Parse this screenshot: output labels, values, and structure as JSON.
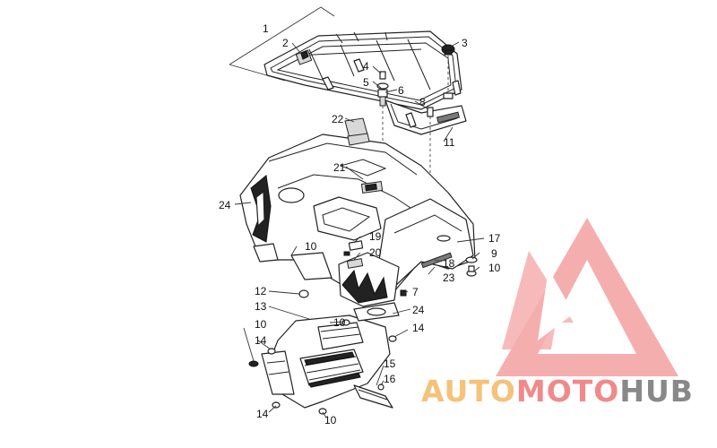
{
  "callouts": {
    "c1": "1",
    "c2": "2",
    "c3": "3",
    "c4": "4",
    "c5": "5",
    "c6": "6",
    "c7": "7",
    "c8": "8",
    "c9": "9",
    "c10a": "10",
    "c10b": "10",
    "c10c": "10",
    "c10d": "10",
    "c10e": "10",
    "c11": "11",
    "c12": "12",
    "c13": "13",
    "c14a": "14",
    "c14b": "14",
    "c14c": "14",
    "c15": "15",
    "c16": "16",
    "c17": "17",
    "c18": "18",
    "c19": "19",
    "c20": "20",
    "c21": "21",
    "c22": "22",
    "c23": "23",
    "c24a": "24",
    "c24b": "24"
  },
  "watermark": {
    "word_auto": "AUTO",
    "word_moto": "MOTO",
    "word_hub": "HUB",
    "color_auto": "#f5c27a",
    "color_moto": "#f08a8a",
    "color_hub": "#888888",
    "logo_color": "#f4a6a6"
  }
}
